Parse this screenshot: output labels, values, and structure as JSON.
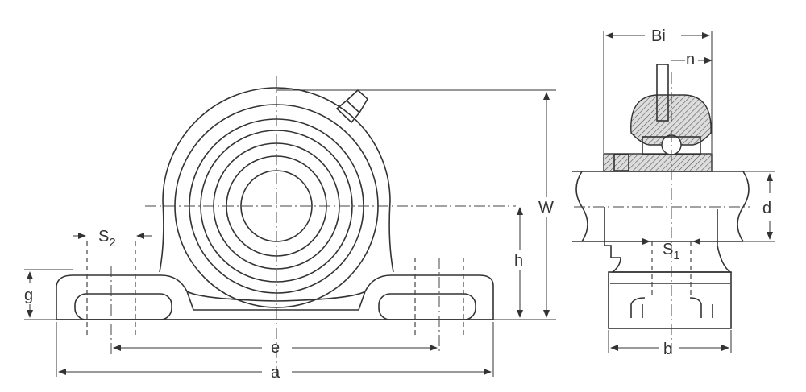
{
  "title": "Pillow block bearing unit dimension drawing",
  "dimensions": {
    "a": "a",
    "e": "e",
    "g": "g",
    "h": "h",
    "W": "W",
    "S2": {
      "main": "S",
      "sub": "2"
    },
    "Bi": "Bi",
    "n": "n",
    "d": "d",
    "S1": {
      "main": "S",
      "sub": "1"
    },
    "b": "b"
  },
  "colors": {
    "line": "#333333",
    "background": "#ffffff"
  }
}
